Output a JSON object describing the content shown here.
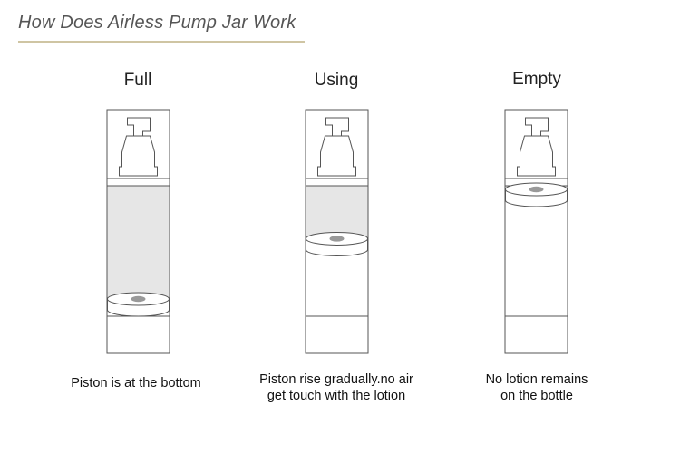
{
  "title": "How Does Airless Pump Jar Work",
  "stages": [
    {
      "label": "Full",
      "lotion_fill": 1.0,
      "caption_lines": [
        "Piston is at the bottom"
      ]
    },
    {
      "label": "Using",
      "lotion_fill": 0.45,
      "caption_lines": [
        "Piston rise gradually.no air",
        "get touch with the lotion"
      ]
    },
    {
      "label": "Empty",
      "lotion_fill": 0.0,
      "caption_lines": [
        "No lotion remains",
        "on the bottle"
      ]
    }
  ],
  "colors": {
    "outline": "#555555",
    "lotion": "#e6e6e6",
    "piston_dot": "#999999",
    "title_underline": "#cfc5a3"
  }
}
